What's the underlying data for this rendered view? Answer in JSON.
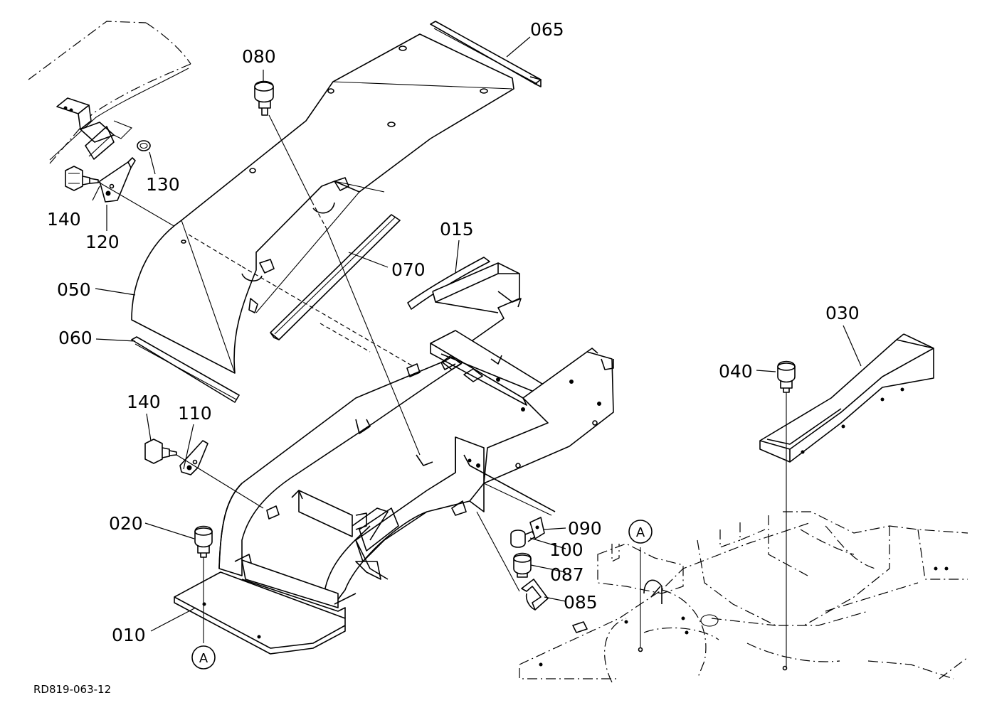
{
  "drawing": {
    "reference_code": "RD819-063-12",
    "callout_letter": "A"
  },
  "parts": [
    {
      "id": "065",
      "label": "065"
    },
    {
      "id": "080",
      "label": "080"
    },
    {
      "id": "130",
      "label": "130"
    },
    {
      "id": "140a",
      "label": "140"
    },
    {
      "id": "120",
      "label": "120"
    },
    {
      "id": "015",
      "label": "015"
    },
    {
      "id": "070",
      "label": "070"
    },
    {
      "id": "050",
      "label": "050"
    },
    {
      "id": "060",
      "label": "060"
    },
    {
      "id": "030",
      "label": "030"
    },
    {
      "id": "040",
      "label": "040"
    },
    {
      "id": "140b",
      "label": "140"
    },
    {
      "id": "110",
      "label": "110"
    },
    {
      "id": "020",
      "label": "020"
    },
    {
      "id": "090",
      "label": "090"
    },
    {
      "id": "100",
      "label": "100"
    },
    {
      "id": "087",
      "label": "087"
    },
    {
      "id": "085",
      "label": "085"
    },
    {
      "id": "010",
      "label": "010"
    }
  ]
}
